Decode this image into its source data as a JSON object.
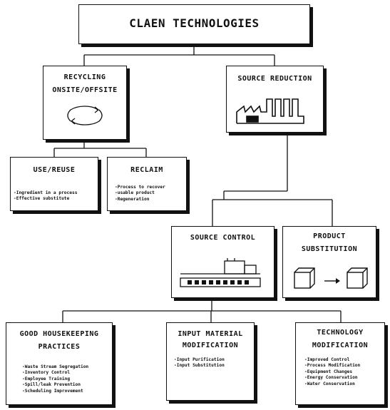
{
  "main_title": "CLAEN TECHNOLOGIES",
  "recycling": {
    "title_line1": "RECYCLING",
    "title_line2": "ONSITE/OFFSITE"
  },
  "source_reduction": {
    "title": "SOURCE REDUCTION"
  },
  "use_reuse": {
    "title": "USE/REUSE",
    "items": [
      "Ingredient in a process",
      "Effective substitute"
    ]
  },
  "reclaim": {
    "title": "RECLAIM",
    "items": [
      "Process to recover",
      "usable product",
      "Regeneration"
    ]
  },
  "source_control": {
    "title": "SOURCE CONTROL"
  },
  "product_substitution": {
    "title_line1": "PRODUCT",
    "title_line2": "SUBSTITUTION"
  },
  "good_housekeeping": {
    "title_line1": "GOOD HOUSEKEEPING",
    "title_line2": "PRACTICES",
    "items": [
      "Waste Stream Segregation",
      "Inventory Control",
      "Employee Training",
      "Spill/leak Prevention",
      "Scheduling Improvement"
    ]
  },
  "input_material": {
    "title_line1": "INPUT MATERIAL",
    "title_line2": "MODIFICATION",
    "items": [
      "Input Purification",
      "Input Substitution"
    ]
  },
  "technology_modification": {
    "title_line1": "TECHNOLOGY",
    "title_line2": "MODIFICATION",
    "items": [
      "Improved Control",
      "Process Modification",
      "Equipment Changes",
      "Energy Conservation",
      "Water Conservation"
    ]
  },
  "icons": {
    "recycle": "recycle-arrows-icon",
    "factory": "factory-outline-icon",
    "conveyor": "conveyor-machine-icon",
    "substitution": "cube-to-cube-icon"
  }
}
